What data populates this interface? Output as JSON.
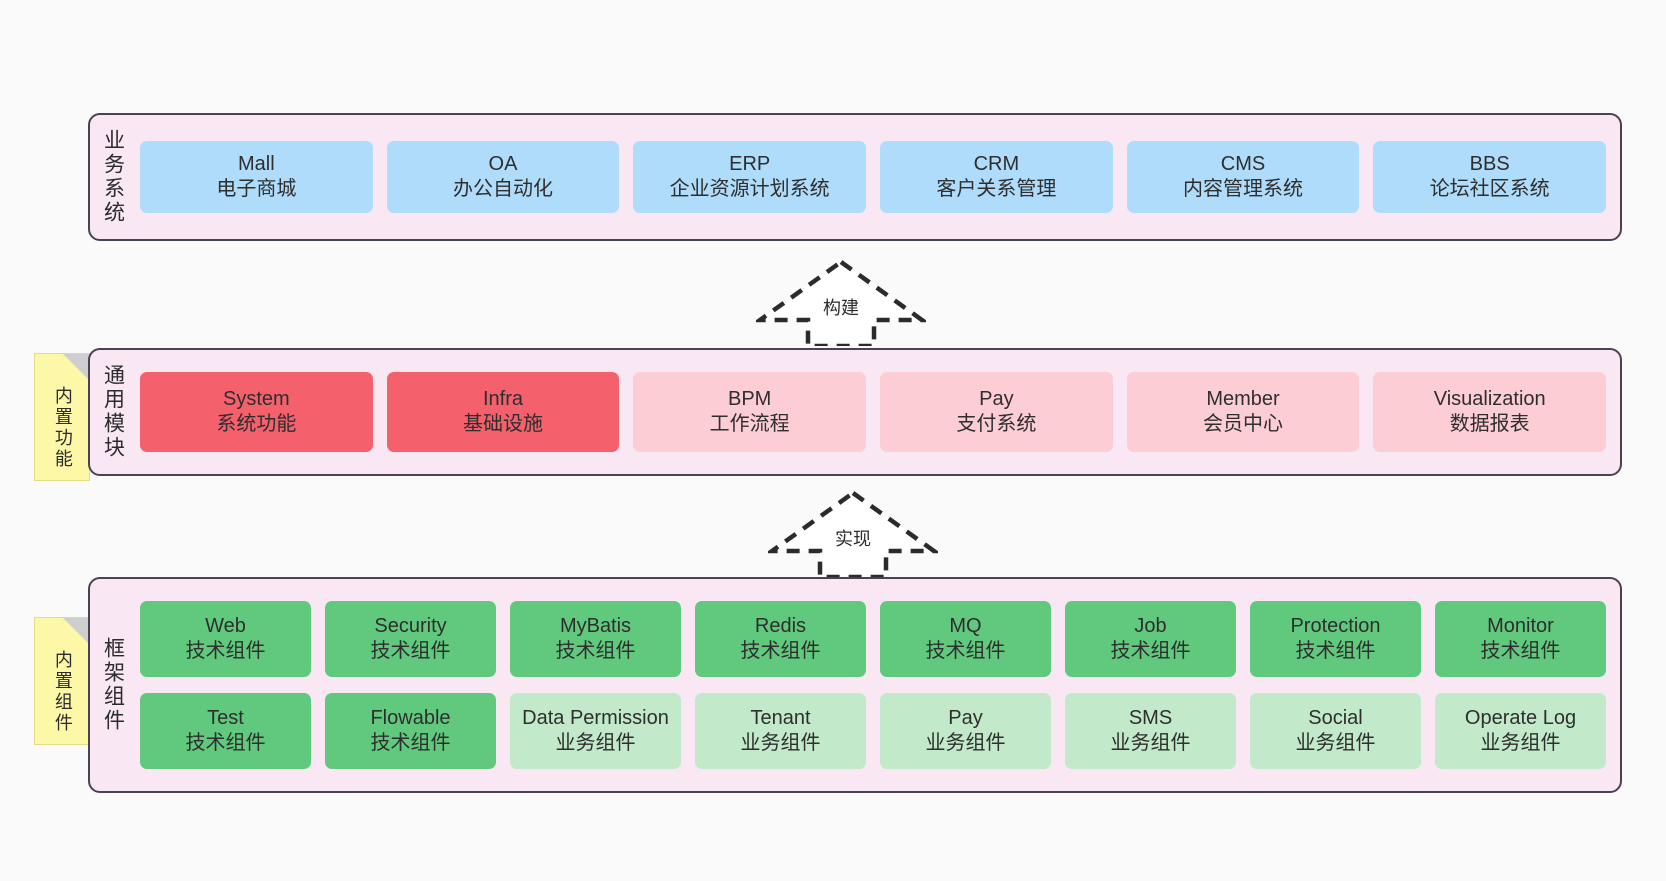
{
  "diagram": {
    "background": "#fafafa",
    "band_fill": "#fae7f4",
    "band_border": "#4a4152",
    "note_fill": "#fdf7a8"
  },
  "layers": [
    {
      "id": "business",
      "title": "业务系统",
      "rows": [
        {
          "cells": [
            {
              "t1": "Mall",
              "t2": "电子商城",
              "color": "#afdcfa",
              "style": "c-blue"
            },
            {
              "t1": "OA",
              "t2": "办公自动化",
              "color": "#afdcfa",
              "style": "c-blue"
            },
            {
              "t1": "ERP",
              "t2": "企业资源计划系统",
              "color": "#afdcfa",
              "style": "c-blue"
            },
            {
              "t1": "CRM",
              "t2": "客户关系管理",
              "color": "#afdcfa",
              "style": "c-blue"
            },
            {
              "t1": "CMS",
              "t2": "内容管理系统",
              "color": "#afdcfa",
              "style": "c-blue"
            },
            {
              "t1": "BBS",
              "t2": "论坛社区系统",
              "color": "#afdcfa",
              "style": "c-blue"
            }
          ]
        }
      ]
    },
    {
      "id": "modules",
      "title": "通用模块",
      "note": "内置功能",
      "rows": [
        {
          "cells": [
            {
              "t1": "System",
              "t2": "系统功能",
              "color": "#f4606c",
              "style": "c-red"
            },
            {
              "t1": "Infra",
              "t2": "基础设施",
              "color": "#f4606c",
              "style": "c-red"
            },
            {
              "t1": "BPM",
              "t2": "工作流程",
              "color": "#fccdd4",
              "style": "c-pink"
            },
            {
              "t1": "Pay",
              "t2": "支付系统",
              "color": "#fccdd4",
              "style": "c-pink"
            },
            {
              "t1": "Member",
              "t2": "会员中心",
              "color": "#fccdd4",
              "style": "c-pink"
            },
            {
              "t1": "Visualization",
              "t2": "数据报表",
              "color": "#fccdd4",
              "style": "c-pink"
            }
          ]
        }
      ]
    },
    {
      "id": "framework",
      "title": "框架组件",
      "note": "内置组件",
      "rows": [
        {
          "cells": [
            {
              "t1": "Web",
              "t2": "技术组件",
              "color": "#61c97d",
              "style": "c-green"
            },
            {
              "t1": "Security",
              "t2": "技术组件",
              "color": "#61c97d",
              "style": "c-green"
            },
            {
              "t1": "MyBatis",
              "t2": "技术组件",
              "color": "#61c97d",
              "style": "c-green"
            },
            {
              "t1": "Redis",
              "t2": "技术组件",
              "color": "#61c97d",
              "style": "c-green"
            },
            {
              "t1": "MQ",
              "t2": "技术组件",
              "color": "#61c97d",
              "style": "c-green"
            },
            {
              "t1": "Job",
              "t2": "技术组件",
              "color": "#61c97d",
              "style": "c-green"
            },
            {
              "t1": "Protection",
              "t2": "技术组件",
              "color": "#61c97d",
              "style": "c-green"
            },
            {
              "t1": "Monitor",
              "t2": "技术组件",
              "color": "#61c97d",
              "style": "c-green"
            }
          ]
        },
        {
          "cells": [
            {
              "t1": "Test",
              "t2": "技术组件",
              "color": "#61c97d",
              "style": "c-green"
            },
            {
              "t1": "Flowable",
              "t2": "技术组件",
              "color": "#61c97d",
              "style": "c-green"
            },
            {
              "t1": "Data Permission",
              "t2": "业务组件",
              "color": "#c2e9ca",
              "style": "c-lightgreen"
            },
            {
              "t1": "Tenant",
              "t2": "业务组件",
              "color": "#c2e9ca",
              "style": "c-lightgreen"
            },
            {
              "t1": "Pay",
              "t2": "业务组件",
              "color": "#c2e9ca",
              "style": "c-lightgreen"
            },
            {
              "t1": "SMS",
              "t2": "业务组件",
              "color": "#c2e9ca",
              "style": "c-lightgreen"
            },
            {
              "t1": "Social",
              "t2": "业务组件",
              "color": "#c2e9ca",
              "style": "c-lightgreen"
            },
            {
              "t1": "Operate Log",
              "t2": "业务组件",
              "color": "#c2e9ca",
              "style": "c-lightgreen"
            }
          ]
        }
      ]
    }
  ],
  "arrows": [
    {
      "id": "build",
      "label": "构建",
      "direction": "up",
      "style": "dashed-hollow"
    },
    {
      "id": "impl",
      "label": "实现",
      "direction": "up",
      "style": "dashed-hollow"
    }
  ]
}
